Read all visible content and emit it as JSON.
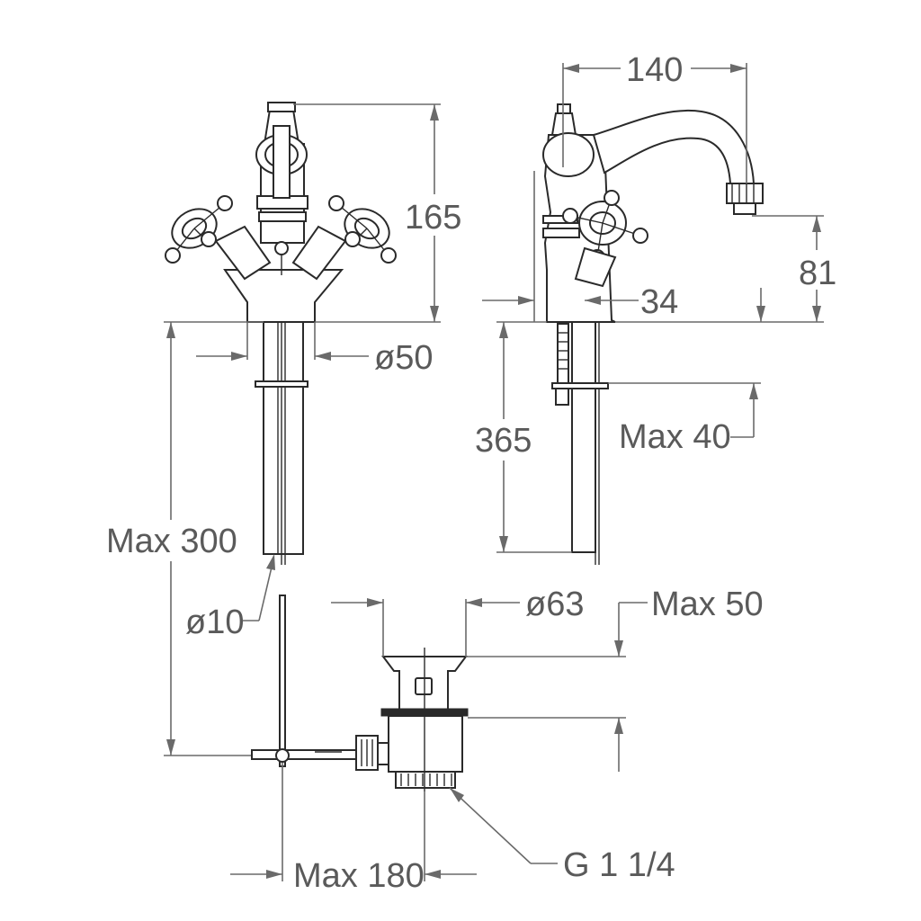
{
  "dimensions": {
    "d165": "165",
    "d140": "140",
    "d81": "81",
    "d34": "34",
    "d50": "ø50",
    "d365": "365",
    "max40": "Max 40",
    "max300": "Max 300",
    "d10": "ø10",
    "d63": "ø63",
    "max50": "Max 50",
    "max180": "Max 180",
    "thread": "G 1 1/4"
  },
  "colors": {
    "line": "#6a6a6a",
    "object": "#2a2a2a",
    "text": "#5a5a5a"
  }
}
